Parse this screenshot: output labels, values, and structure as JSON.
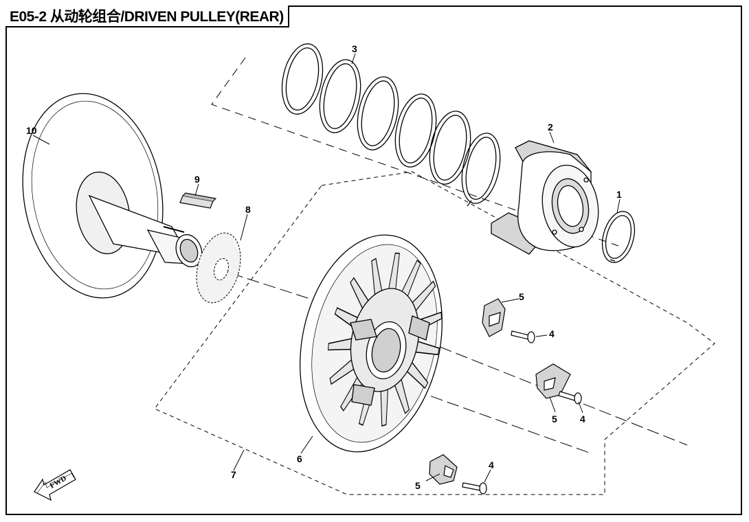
{
  "title": "E05-2 从动轮组合/DRIVEN PULLEY(REAR)",
  "fwd_label": "FWD",
  "callouts": {
    "c1": "1",
    "c2": "2",
    "c3": "3",
    "c4a": "4",
    "c4b": "4",
    "c4c": "4",
    "c5a": "5",
    "c5b": "5",
    "c5c": "5",
    "c6": "6",
    "c7": "7",
    "c8": "8",
    "c9": "9",
    "c10": "10"
  },
  "colors": {
    "line": "#000000",
    "part_fill": "#ffffff",
    "shade": "#d9d9d9",
    "dark": "#8c8c8c"
  }
}
